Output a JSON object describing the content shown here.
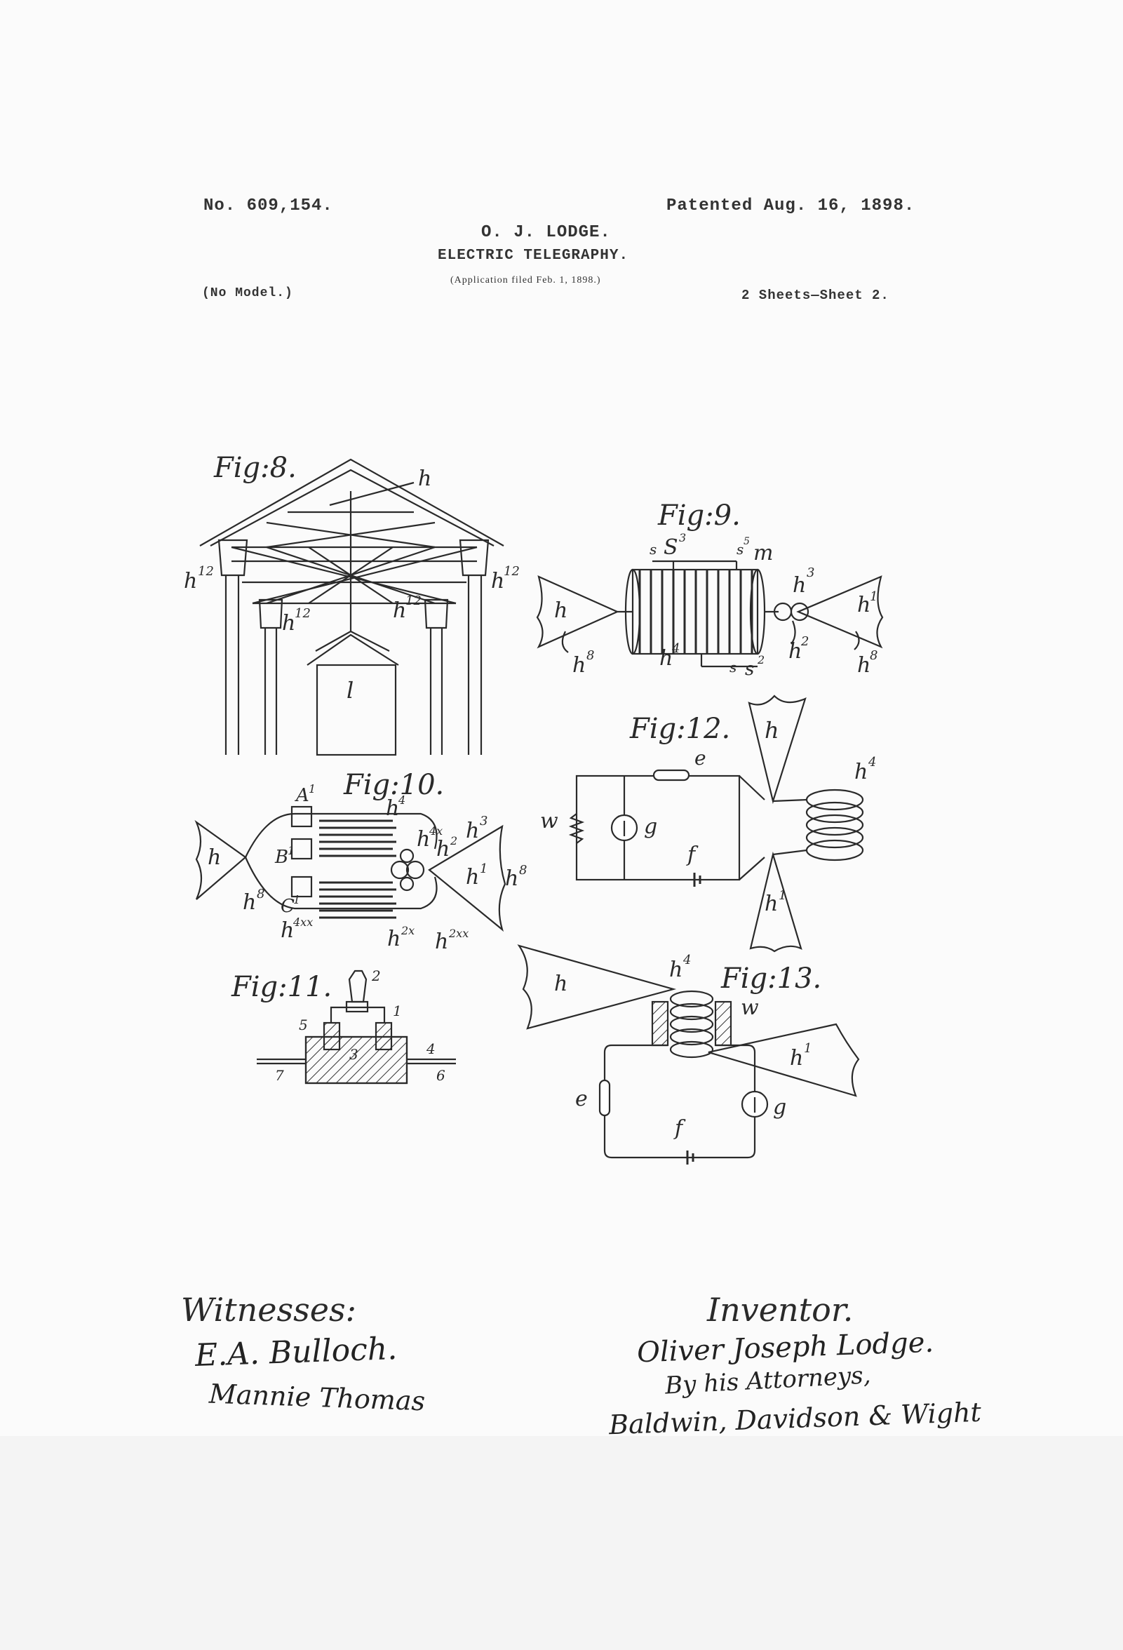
{
  "header": {
    "patent_number": "No. 609,154.",
    "patent_date": "Patented Aug. 16, 1898.",
    "inventor": "O. J. LODGE.",
    "title": "ELECTRIC TELEGRAPHY.",
    "application": "(Application filed Feb. 1, 1898.)",
    "model": "(No Model.)",
    "sheets": "2 Sheets—Sheet 2."
  },
  "figures": {
    "fig8": {
      "label": "Fig:8.",
      "parts": [
        "h",
        "h",
        "12",
        "h",
        "12",
        "h",
        "12",
        "h",
        "12",
        "l"
      ]
    },
    "fig9": {
      "label": "Fig:9.",
      "parts": [
        "S",
        "3",
        "s",
        "5",
        "m",
        "h",
        "3",
        "h",
        "1",
        "h",
        "h",
        "8",
        "h",
        "4",
        "h",
        "2",
        "s",
        "2",
        "h",
        "8",
        "s",
        "s"
      ]
    },
    "fig10": {
      "label": "Fig:10.",
      "parts": [
        "A",
        "1",
        "B",
        "1",
        "C",
        "1",
        "h",
        "4",
        "h",
        "4x",
        "h",
        "2",
        "h",
        "3",
        "h",
        "1",
        "h",
        "8",
        "h",
        "h",
        "8",
        "h",
        "4xx",
        "h",
        "2x",
        "h",
        "2xx"
      ]
    },
    "fig11": {
      "label": "Fig:11.",
      "parts": [
        "1",
        "2",
        "3",
        "4",
        "5",
        "6",
        "7"
      ]
    },
    "fig12": {
      "label": "Fig:12.",
      "parts": [
        "h",
        "h",
        "4",
        "e",
        "w",
        "g",
        "f",
        "h",
        "1"
      ]
    },
    "fig13": {
      "label": "Fig:13.",
      "parts": [
        "h",
        "h",
        "4",
        "w",
        "h",
        "1",
        "e",
        "g",
        "f"
      ]
    }
  },
  "footer": {
    "witnesses_caption": "Witnesses:",
    "witness_1": "E.A. Bulloch.",
    "witness_2": "Mannie Thomas",
    "inventor_caption": "Inventor.",
    "inventor_signature": "Oliver Joseph Lodge.",
    "attorney_line": "By his Attorneys,",
    "attorney_signature": "Baldwin, Davidson & Wight"
  },
  "colors": {
    "ink": "#2a2a2a",
    "paper": "#fbfbfb"
  }
}
